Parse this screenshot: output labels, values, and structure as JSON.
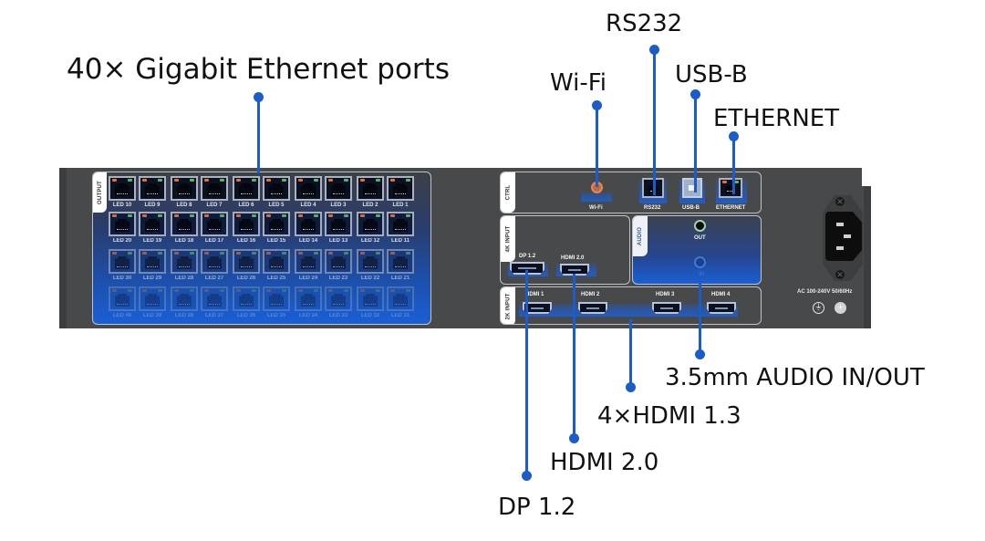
{
  "callouts": {
    "ethernet_ports": "40× Gigabit Ethernet ports",
    "rs232": "RS232",
    "wifi": "Wi-Fi",
    "usb_b": "USB-B",
    "ethernet": "ETHERNET",
    "audio": "3.5mm AUDIO IN/OUT",
    "hdmi13": "4×HDMI 1.3",
    "hdmi20": "HDMI 2.0",
    "dp12": "DP 1.2"
  },
  "accent_color": "#1a5cc8",
  "output_panel": {
    "tab": "OUTPUT",
    "rows": [
      [
        "LED 10",
        "LED 9",
        "LED 8",
        "LED 7",
        "LED 6",
        "LED 5",
        "LED 4",
        "LED 3",
        "LED 2",
        "LED 1"
      ],
      [
        "LED 20",
        "LED 19",
        "LED 18",
        "LED 17",
        "LED 16",
        "LED 15",
        "LED 14",
        "LED 13",
        "LED 12",
        "LED 11"
      ],
      [
        "LED 30",
        "LED 29",
        "LED 28",
        "LED 27",
        "LED 26",
        "LED 25",
        "LED 24",
        "LED 23",
        "LED 22",
        "LED 21"
      ],
      [
        "LED 40",
        "LED 39",
        "LED 38",
        "LED 37",
        "LED 36",
        "LED 35",
        "LED 34",
        "LED 33",
        "LED 32",
        "LED 31"
      ]
    ]
  },
  "ctrl_panel": {
    "tab": "CTRL",
    "wifi": "Wi-Fi",
    "rs232": "RS232",
    "usb_b": "USB-B",
    "ethernet": "ETHERNET"
  },
  "input_4k": {
    "tab": "4K INPUT",
    "dp": "DP 1.2",
    "hdmi": "HDMI 2.0"
  },
  "audio_panel": {
    "tab": "AUDIO",
    "out": "OUT",
    "in": "IN"
  },
  "input_2k": {
    "tab": "2K INPUT",
    "ports": [
      "HDMI 1",
      "HDMI 2",
      "HDMI 3",
      "HDMI 4"
    ]
  },
  "power": {
    "rating": "AC 100-240V 50/60Hz"
  }
}
